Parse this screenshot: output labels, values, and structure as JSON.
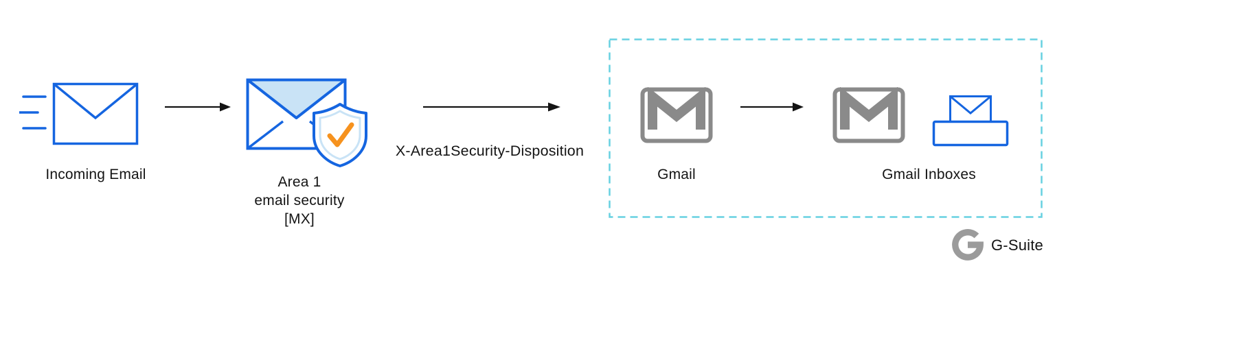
{
  "colors": {
    "blue": "#1565E0",
    "light_blue": "#C9E3F6",
    "orange": "#F6921E",
    "gray": "#8A8A8A",
    "gray_light": "#9B9B9B",
    "dashed_border": "#67D1E1",
    "ink": "#141414"
  },
  "nodes": {
    "incoming_email": {
      "label": "Incoming Email"
    },
    "area1": {
      "lines": [
        "Area 1",
        "email security",
        "[MX]"
      ]
    },
    "gmail": {
      "label": "Gmail"
    },
    "gmail_inboxes": {
      "label": "Gmail Inboxes"
    }
  },
  "edge_label": "X-Area1Security-Disposition",
  "footer": {
    "brand": "G-Suite"
  },
  "icons": {
    "incoming_email": "envelope-with-speed-lines",
    "area1": "envelope-with-shield-check",
    "gmail": "gmail-envelope",
    "gmail_inboxes": "inbox-tray-envelope",
    "brand": "g-logo"
  }
}
